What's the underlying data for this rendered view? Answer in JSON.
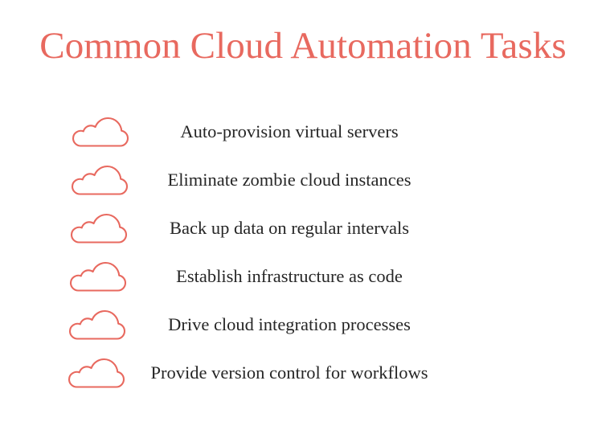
{
  "slide": {
    "title": "Common Cloud Automation Tasks",
    "background_color": "#ffffff",
    "accent_color": "#e8695f",
    "text_color": "#262626",
    "icon_name": "cloud-icon",
    "tasks": [
      {
        "label": "Auto-provision virtual servers"
      },
      {
        "label": "Eliminate zombie cloud instances"
      },
      {
        "label": "Back up data on regular intervals"
      },
      {
        "label": "Establish infrastructure as code"
      },
      {
        "label": "Drive cloud integration processes"
      },
      {
        "label": "Provide version control for workflows"
      }
    ]
  }
}
